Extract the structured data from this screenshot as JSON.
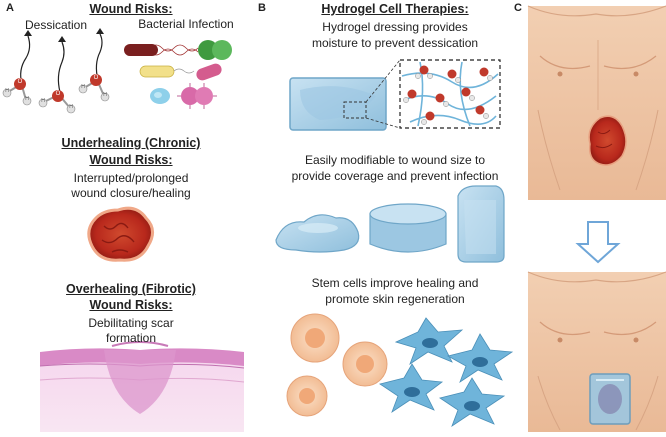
{
  "panels": {
    "A": {
      "label": "A",
      "wound_risks_title": "Wound Risks:",
      "dessication_label": "Dessication",
      "bacterial_label": "Bacterial Infection",
      "underhealing_title": "Underhealing (Chronic)",
      "underhealing_subtitle": "Wound Risks:",
      "underhealing_desc_1": "Interrupted/prolonged",
      "underhealing_desc_2": "wound closure/healing",
      "overhealing_title": "Overhealing (Fibrotic)",
      "overhealing_subtitle": "Wound Risks:",
      "overhealing_desc_1": "Debilitating scar",
      "overhealing_desc_2": "formation",
      "atom_o": "O",
      "atom_h": "H"
    },
    "B": {
      "label": "B",
      "title": "Hydrogel Cell Therapies:",
      "dressing_1": "Hydrogel dressing provides",
      "dressing_2": "moisture to prevent dessication",
      "modifiable_1": "Easily modifiable to wound size to",
      "modifiable_2": "provide coverage and prevent infection",
      "stem_1": "Stem cells improve healing and",
      "stem_2": "promote skin regeneration"
    },
    "C": {
      "label": "C"
    }
  },
  "colors": {
    "skin": "#f0c8a8",
    "wound": "#b8281c",
    "hydrogel": "#a9cfe6",
    "hydrogel_dark": "#6fa6c8",
    "oxygen": "#c0392b",
    "scar": "#e8a8d8",
    "stem_cell": "#f4c9a8",
    "fibroblast": "#6fb4da",
    "arrow": "#6fa6d8"
  }
}
